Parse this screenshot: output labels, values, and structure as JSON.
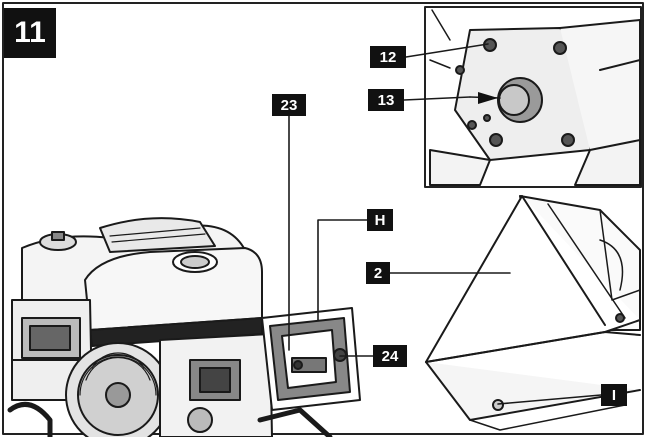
{
  "figure": {
    "number": "11",
    "callouts": {
      "c12": "12",
      "c13": "13",
      "c23": "23",
      "cH": "H",
      "c2": "2",
      "c24": "24",
      "cI": "I"
    }
  }
}
